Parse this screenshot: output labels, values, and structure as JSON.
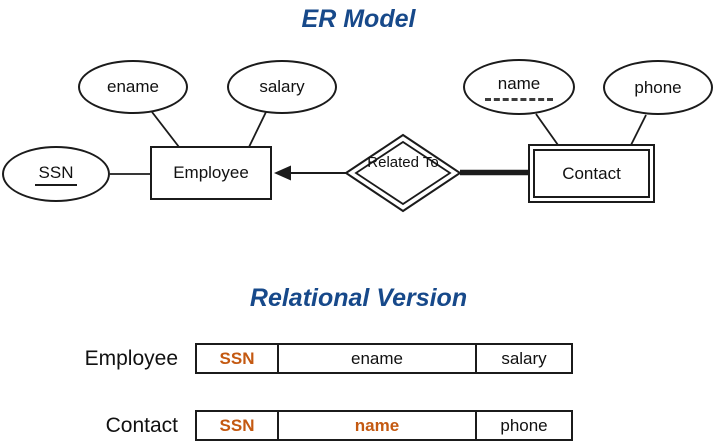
{
  "colors": {
    "title_blue": "#17498A",
    "key_orange": "#C45911",
    "line_black": "#1b1b1b"
  },
  "er": {
    "title": "ER Model",
    "entities": [
      {
        "label": "Employee",
        "weak": false
      },
      {
        "label": "Contact",
        "weak": true
      }
    ],
    "relationship": {
      "label": "Related To"
    },
    "attributes": [
      {
        "label": "ename",
        "of": "Employee",
        "key": "none"
      },
      {
        "label": "salary",
        "of": "Employee",
        "key": "none"
      },
      {
        "label": "SSN",
        "of": "Employee",
        "key": "primary"
      },
      {
        "label": "name",
        "of": "Contact",
        "key": "partial"
      },
      {
        "label": "phone",
        "of": "Contact",
        "key": "none"
      }
    ]
  },
  "relational": {
    "title": "Relational Version",
    "tables": [
      {
        "name": "Employee",
        "columns": [
          {
            "label": "SSN",
            "key": true
          },
          {
            "label": "ename",
            "key": false
          },
          {
            "label": "salary",
            "key": false
          }
        ]
      },
      {
        "name": "Contact",
        "columns": [
          {
            "label": "SSN",
            "key": true
          },
          {
            "label": "name",
            "key": true
          },
          {
            "label": "phone",
            "key": false
          }
        ]
      }
    ]
  }
}
